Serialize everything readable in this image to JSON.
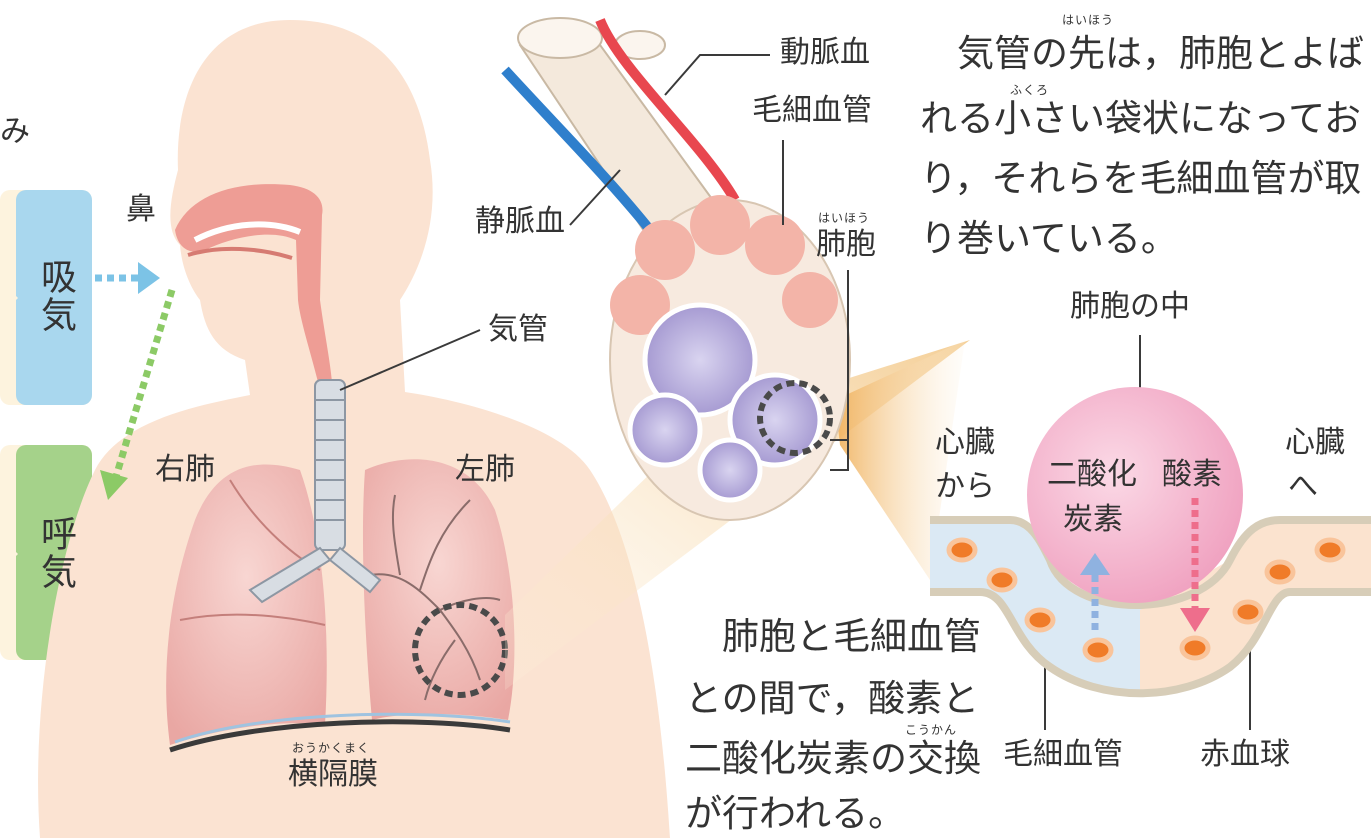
{
  "top_left_char": "み",
  "labels": {
    "nose": "鼻",
    "inhale": "吸気",
    "exhale": "呼気",
    "trachea": "気管",
    "right_lung": "右肺",
    "left_lung": "左肺",
    "diaphragm": "横隔膜",
    "diaphragm_ruby": "おうかくまく",
    "artery_blood": "動脈血",
    "capillary": "毛細血管",
    "vein_blood": "静脈血",
    "alveolus": "肺胞",
    "alveolus_ruby": "はいほう",
    "inside_alveolus": "肺胞の中",
    "from_heart_1": "心臓",
    "from_heart_2": "から",
    "to_heart_1": "心臓",
    "to_heart_2": "へ",
    "co2_1": "二酸化",
    "co2_2": "炭素",
    "oxygen": "酸素",
    "capillary_bottom": "毛細血管",
    "red_blood_cell": "赤血球"
  },
  "top_paragraph": {
    "lines": [
      "　気管の先は，肺胞とよば",
      "れる小さい袋状になってお",
      "り，それらを毛細血管が取",
      "り巻いている。"
    ],
    "ruby_alveolus": "はいほう",
    "ruby_bag": "ふくろ"
  },
  "bottom_paragraph": {
    "lines": [
      "　肺胞と毛細血管",
      "との間で，酸素と",
      "二酸化炭素の交換",
      "が行われる。"
    ],
    "ruby_exchange": "こうかん"
  },
  "colors": {
    "skin": "#fbe3d2",
    "lung": "#f2c4c0",
    "artery": "#e8474f",
    "vein": "#2f7fcc",
    "inhale_box": "#a9d7ee",
    "exhale_box": "#a5d28a",
    "alveolus_sphere": "#f3a9c6",
    "rbc": "#f07b28"
  }
}
